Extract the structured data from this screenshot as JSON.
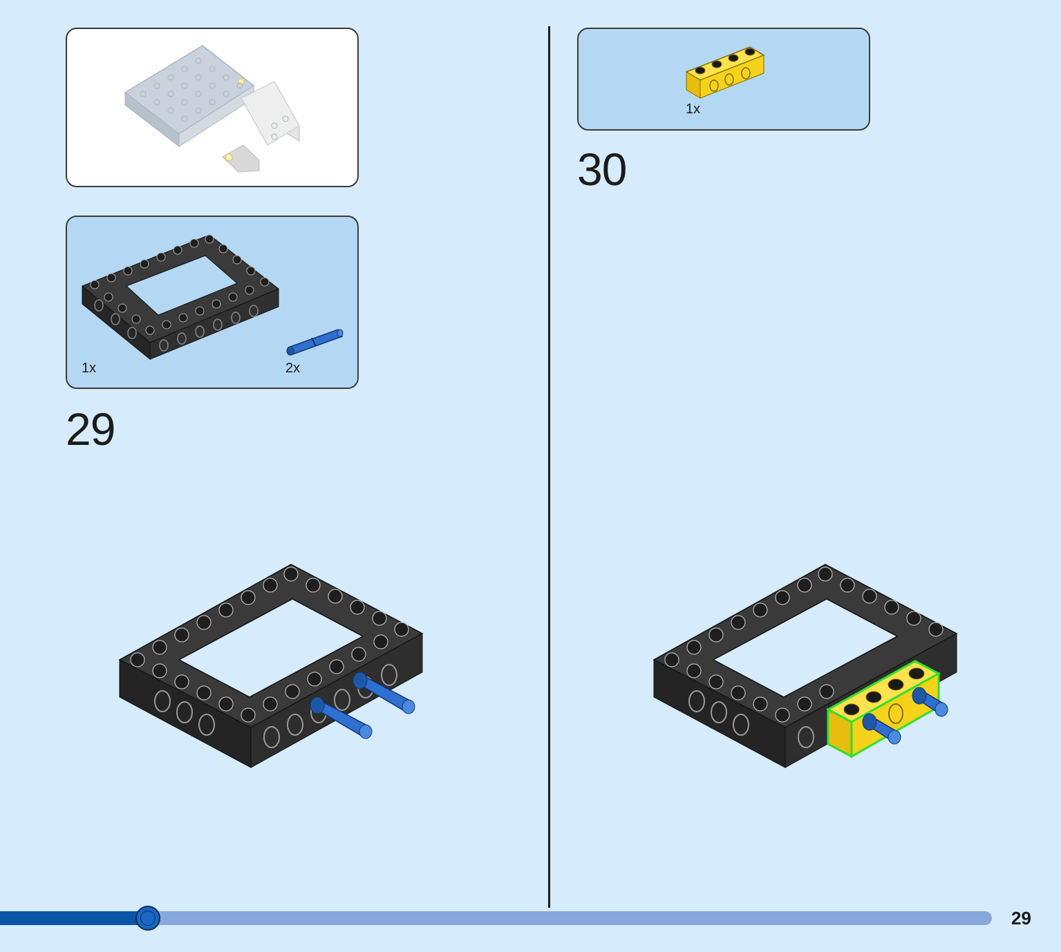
{
  "left_step": {
    "number": "29",
    "parts": [
      {
        "name": "black-technic-frame",
        "quantity": "1x"
      },
      {
        "name": "blue-pin",
        "quantity": "2x"
      }
    ]
  },
  "right_step": {
    "number": "30",
    "parts": [
      {
        "name": "yellow-technic-brick",
        "quantity": "1x"
      }
    ]
  },
  "footer": {
    "page_number": "29",
    "progress": 0.149
  },
  "colors": {
    "background": "#d6ebfb",
    "parts_panel": "#b4d8f4",
    "frame_black": "#2a2a2a",
    "pin_blue": "#2f6fd0",
    "brick_yellow": "#f7d21a",
    "highlight_green": "#2ee02e",
    "progress_fill": "#0856a8",
    "progress_track": "#87a8db"
  }
}
